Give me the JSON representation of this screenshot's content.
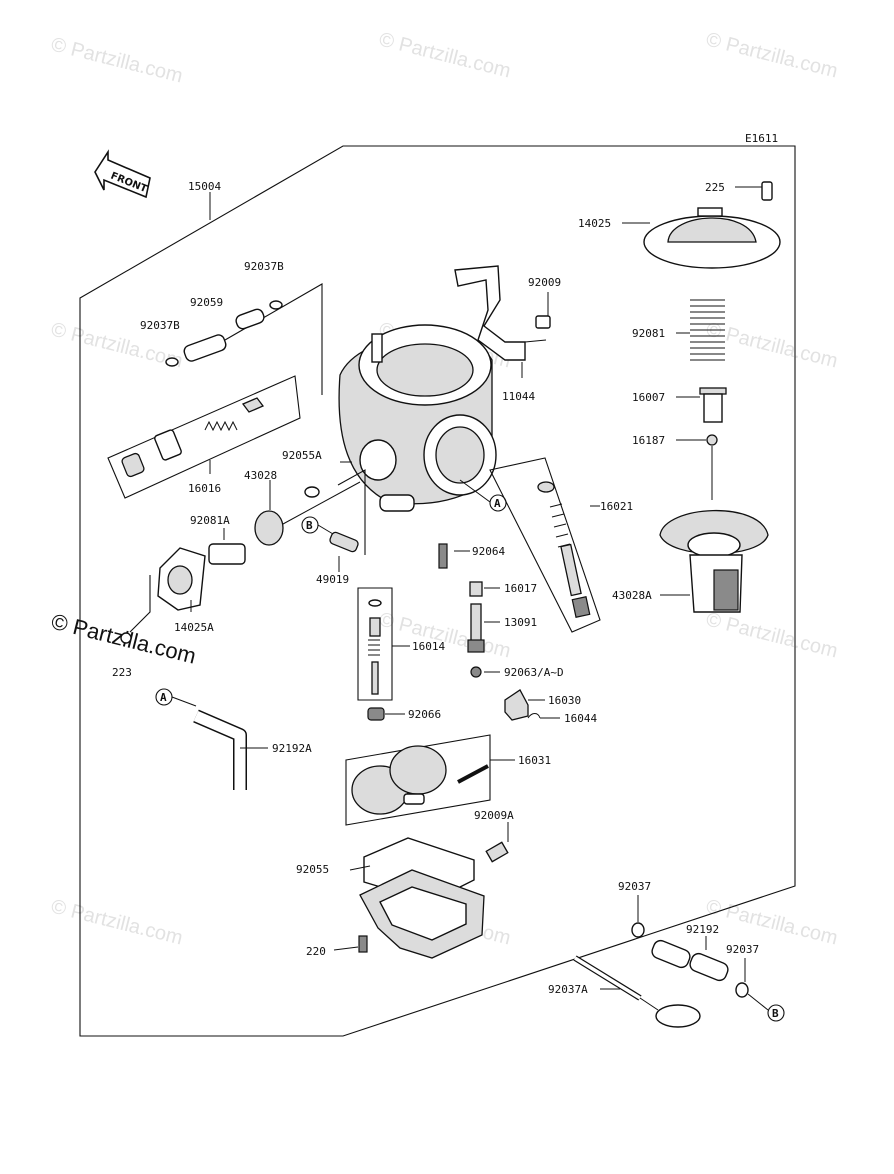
{
  "diagram": {
    "code": "E1611",
    "front_label": "FRONT",
    "watermark": "© Partzilla.com",
    "labels": {
      "p15004": "15004",
      "p225": "225",
      "p14025": "14025",
      "p92037B_a": "92037B",
      "p92009": "92009",
      "p92059": "92059",
      "p92037B_b": "92037B",
      "p92081": "92081",
      "p11044": "11044",
      "p16007": "16007",
      "p16187": "16187",
      "p92055A": "92055A",
      "p43028": "43028",
      "p16016": "16016",
      "p16021": "16021",
      "p92081A": "92081A",
      "p92064": "92064",
      "p43028A": "43028A",
      "p49019": "49019",
      "p16017": "16017",
      "p14025A": "14025A",
      "p13091": "13091",
      "p223": "223",
      "p16014": "16014",
      "p92063": "92063/A~D",
      "p16030": "16030",
      "p92066": "92066",
      "p16044": "16044",
      "p92192A": "92192A",
      "p16031": "16031",
      "p92009A": "92009A",
      "p92055": "92055",
      "p92037_a": "92037",
      "p92192": "92192",
      "p92037_b": "92037",
      "p220": "220",
      "p92037A": "92037A",
      "callout_A": "A",
      "callout_B": "B"
    }
  }
}
